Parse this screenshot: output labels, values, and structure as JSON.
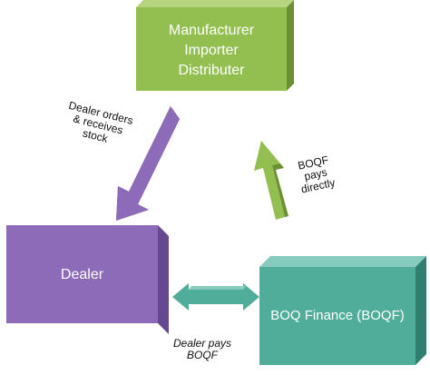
{
  "nodes": {
    "manufacturer": {
      "lines": [
        "Manufacturer",
        "Importer",
        "Distributer"
      ],
      "color": "#93bf50",
      "side_color": "#6b8f33",
      "top_color": "#b7d47f"
    },
    "dealer": {
      "label": "Dealer",
      "color": "#8e6bb8",
      "side_color": "#65488f",
      "top_color": "#ad93cf"
    },
    "boq": {
      "label": "BOQ Finance (BOQF)",
      "color": "#4fad9a",
      "side_color": "#2f8070",
      "top_color": "#86cbbd"
    }
  },
  "edges": {
    "order": {
      "lines": [
        "Dealer orders",
        "& receives",
        "stock"
      ],
      "color": "#8e6bb8"
    },
    "boq_pays": {
      "lines": [
        "BOQF",
        "pays",
        "directly"
      ],
      "color": "#93bf50"
    },
    "dealer_pays": {
      "lines": [
        "Dealer pays",
        "BOQF"
      ],
      "color": "#4fad9a"
    }
  }
}
